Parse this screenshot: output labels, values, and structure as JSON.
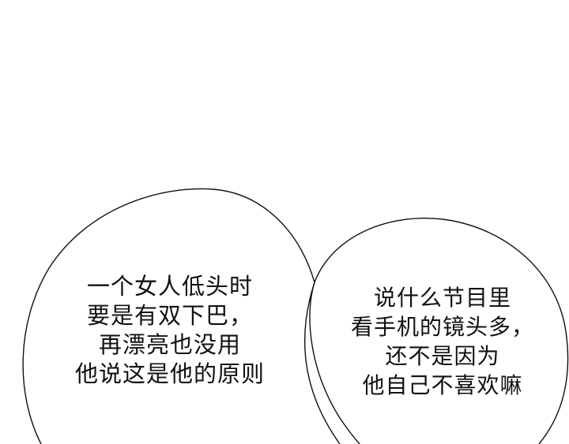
{
  "panel": {
    "background": "#ffffff",
    "stroke": "#111111"
  },
  "left_bubble": {
    "lines": [
      "一个女人低头时",
      "要是有双下巴，",
      "再漂亮也没用",
      "他说这是他的原则"
    ]
  },
  "right_bubble": {
    "lines": [
      "说什么节目里",
      "看手机的镜头多，",
      "还不是因为",
      "他自己不喜欢嘛"
    ]
  }
}
